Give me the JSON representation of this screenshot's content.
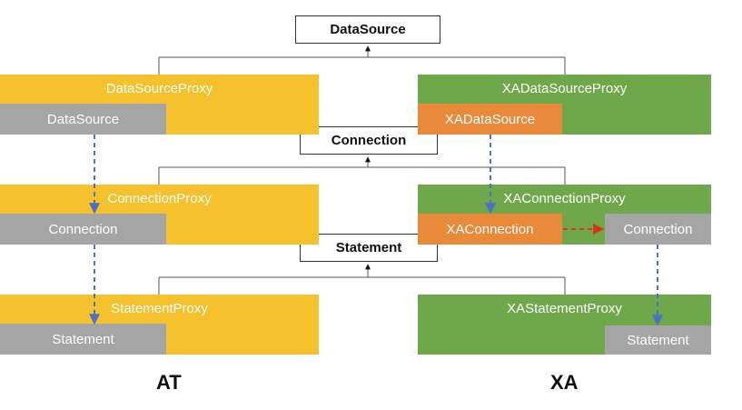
{
  "colors": {
    "at_proxy": "#f5c12c",
    "xa_proxy": "#6fa84a",
    "inner_gray": "#a5a5a5",
    "inner_orange": "#e98a3a",
    "blue_arrow": "#4a70c8",
    "red_arrow": "#e0301e"
  },
  "interfaces": {
    "datasource": "DataSource",
    "connection": "Connection",
    "statement": "Statement"
  },
  "at": {
    "label": "AT",
    "datasource_proxy": {
      "title": "DataSourceProxy",
      "inner": "DataSource"
    },
    "connection_proxy": {
      "title": "ConnectionProxy",
      "inner": "Connection"
    },
    "statement_proxy": {
      "title": "StatementProxy",
      "inner": "Statement"
    }
  },
  "xa": {
    "label": "XA",
    "datasource_proxy": {
      "title": "XADataSourceProxy",
      "inner": "XADataSource"
    },
    "connection_proxy": {
      "title": "XAConnectionProxy",
      "inner": "XAConnection",
      "inner2": "Connection"
    },
    "statement_proxy": {
      "title": "XAStatementProxy",
      "inner": "Statement"
    }
  }
}
